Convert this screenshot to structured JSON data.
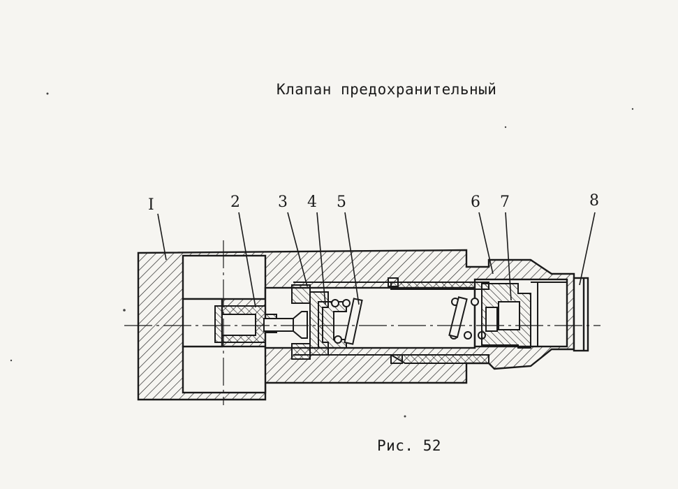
{
  "title": "Клапан предохранительный",
  "caption": "Рис. 52",
  "part_labels": [
    "I",
    "2",
    "3",
    "4",
    "5",
    "6",
    "7",
    "8"
  ]
}
